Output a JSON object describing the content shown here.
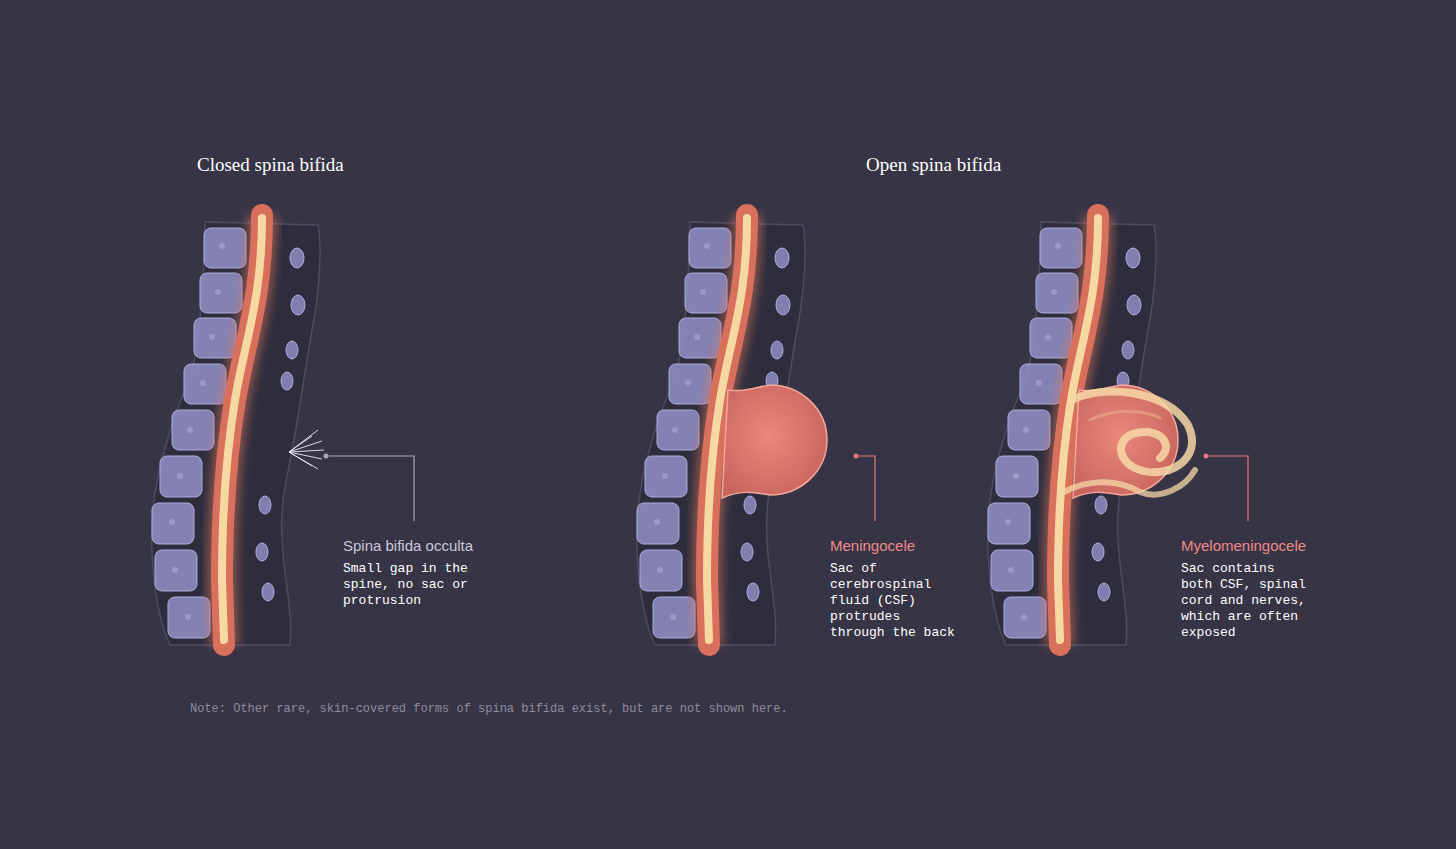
{
  "diagram": {
    "labels": [
      "Closed spina bifida",
      "Open spina bifida",
      "Spina bifida occulta",
      "Small gap in the spine, no sac or protrusion",
      "Meningocele",
      "Sac of cerebrospinal fluid (CSF) protrudes through the back",
      "Myelomeningocele",
      "Sac contains both CSF, spinal cord and nerves, which are often exposed",
      "Note: Other rare, skin-covered forms of spina bifida exist, but are not shown here."
    ]
  }
}
